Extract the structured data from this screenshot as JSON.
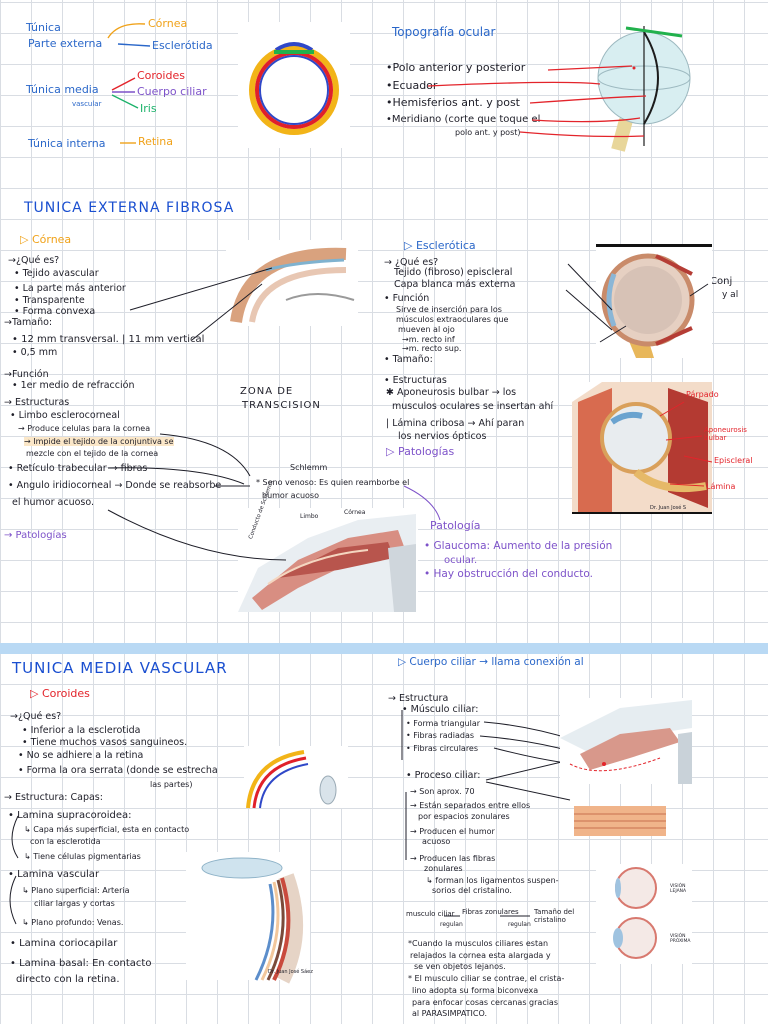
{
  "header_left": {
    "tunica_parte_externa": [
      "Túnica",
      "Parte externa"
    ],
    "cornea": "Córnea",
    "esclerotida": "Esclerótida",
    "tunica_media": "Túnica media",
    "vascular": "vascular",
    "coroides": "Coroides",
    "cuerpo_ciliar": "Cuerpo ciliar",
    "iris": "Iris",
    "tunica_interna": "Túnica interna",
    "retina": "Retina"
  },
  "topografia": {
    "title": "Topografía ocular",
    "items": [
      "•Polo anterior y posterior",
      "•Ecuador",
      "•Hemisferios ant. y post",
      "•Meridiano (corte que toque el"
    ],
    "meridiano_cont": "polo ant. y post)"
  },
  "fibrosa": {
    "title": "TUNICA EXTERNA FIBROSA",
    "cornea_heading": "▷ Córnea",
    "que_es": "→¿Qué es?",
    "lines": [
      "• Tejido avascular",
      "• La parte más anterior",
      "• Transparente",
      "• Forma convexa"
    ],
    "tamano": "→Tamaño:",
    "tamano_vals": [
      "• 12 mm transversal. | 11 mm vertical",
      "• 0,5 mm"
    ],
    "funcion": "→Función",
    "funcion_vals": [
      "• 1er medio de refracción"
    ],
    "estructuras": "→ Estructuras",
    "limbo": "• Limbo esclerocorneal",
    "limbo_1": "→ Produce celulas para la cornea",
    "limbo_2": "→ Impide el tejido de la conjuntiva se",
    "limbo_2b": "mezcle con el tejido de la cornea",
    "reticulo": "• Retículo trabecular → fibras",
    "angulo": "• Angulo iridiocorneal → Donde se reabsorbe",
    "angulo_b": "el humor acuoso.",
    "patologias": "→ Patologías",
    "zona": [
      "ZONA DE",
      "TRANSCISION"
    ],
    "schlemm": "Schlemm",
    "seno": "* Seno venoso: Es quien reamborbe el",
    "seno_b": "humor acuoso",
    "fig_labels": [
      "Limbo",
      "Córnea",
      "Conducto de Schlemm"
    ]
  },
  "esclerotica": {
    "heading": "▷ Esclerótica",
    "que_es": "→ ¿Qué es?",
    "def": [
      "Tejido (fibroso) episcleral",
      "Capa blanca más externa"
    ],
    "funcion": "• Función",
    "funcion_vals": [
      "Sirve de inserción para los",
      "músculos extraoculares que",
      "mueven al ojo"
    ],
    "insercion": [
      "→m. recto inf",
      "→m. recto sup."
    ],
    "tamano": "• Tamaño:",
    "estructuras": "• Estructuras",
    "aponeurosis": "✱ Aponeurosis bulbar → los",
    "aponeurosis_b": "musculos oculares se insertan ahí",
    "lamina": "| Lámina cribosa → Ahí paran",
    "lamina_b": "los nervios ópticos",
    "patologias": "▷ Patologías",
    "conj": [
      "Conj",
      "y al"
    ],
    "fig_labels": [
      "Párpado",
      "Aponeurosis bulbar",
      "Episcleral",
      "Lámina"
    ],
    "credit": "Dr. Juan José S"
  },
  "patologia": {
    "title": "Patología",
    "items": [
      "• Glaucoma: Aumento de la presión",
      "ocular.",
      "• Hay obstrucción del conducto."
    ]
  },
  "media": {
    "title": "TUNICA MEDIA VASCULAR",
    "coroides": "▷ Coroides",
    "que_es": "→¿Qué es?",
    "lines": [
      "• Inferior a la esclerotida",
      "• Tiene muchos vasos sanguineos.",
      "• No se adhiere a la retina",
      "• Forma la ora serrata (donde se estrecha",
      "las partes)"
    ],
    "estructura": "→ Estructura: Capas:",
    "lamina_supra": "• Lamina supracoroidea:",
    "supra_1": "↳ Capa más superficial, esta en contacto",
    "supra_1b": "con la esclerotida",
    "supra_2": "↳ Tiene células pigmentarias",
    "lamina_vascular": "• Lamina vascular",
    "vasc_1": "↳ Plano superficial: Arteria",
    "vasc_1b": "ciliar largas y cortas",
    "vasc_2": "↳ Plano profundo: Venas.",
    "coriocapilar": "• Lamina coriocapilar",
    "basal": "• Lamina basal: En contacto",
    "basal_b": "directo con la retina.",
    "credit": "Dr. Juan José Sáez"
  },
  "cuerpo_ciliar": {
    "heading": "▷ Cuerpo ciliar → llama conexión al",
    "estructura": "→ Estructura",
    "musculo": "• Músculo ciliar:",
    "m_items": [
      "• Forma triangular",
      "• Fibras radiadas",
      "• Fibras circulares"
    ],
    "proceso": "• Proceso ciliar:",
    "p_items": [
      "→ Son aprox. 70",
      "→ Están separados entre ellos",
      "por espacios zonulares",
      "→ Producen el humor",
      "acuoso",
      "→ Producen las fibras",
      "zonulares"
    ],
    "forman": "↳ forman los ligamentos suspen-",
    "forman_b": "sorios del cristalino.",
    "flow": [
      "musculo ciliar",
      "Fibras zonulares",
      "Tamaño del cristalino"
    ],
    "flow_sub": [
      "regulan",
      "regulan"
    ],
    "notes": [
      "*Cuando la musculos ciliares estan",
      "relajados la cornea esta alargada y",
      "se ven objetos lejanos.",
      "* El musculo ciliar se contrae, el crista-",
      "lino adopta su forma biconvexa",
      "para enfocar cosas cercanas gracias",
      "al PARASIMPATICO."
    ],
    "vision_labels": [
      "VISIÓN LEJANA",
      "VISIÓN PRÓXIMA"
    ]
  },
  "colors": {
    "ink": "#1e1e28",
    "blue": "#2a67c9",
    "red": "#e3242b",
    "orange": "#f0a21a",
    "green": "#1bb26a",
    "purple": "#7d52c9",
    "band": "#b9d9f4"
  }
}
